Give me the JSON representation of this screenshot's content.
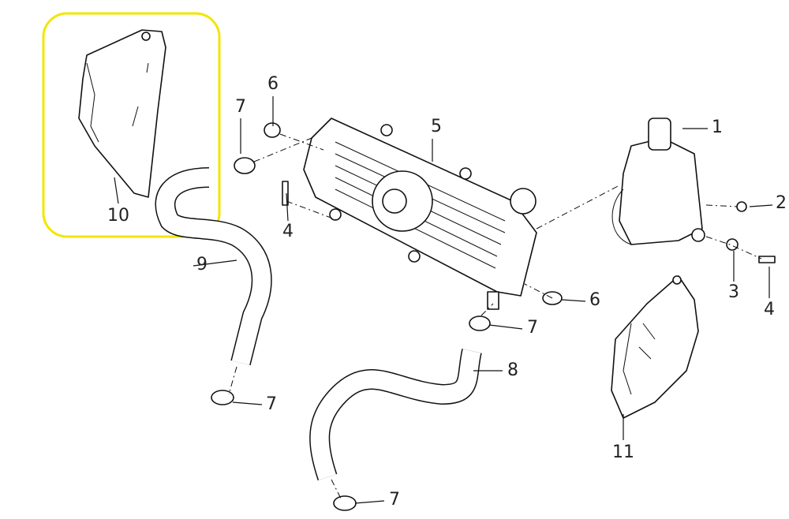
{
  "diagram": {
    "highlight_color": "#f2e600",
    "callouts": [
      {
        "id": "10",
        "part": "side-cover-left"
      },
      {
        "id": "6",
        "part": "grommet-top"
      },
      {
        "id": "7",
        "part": "hose-clamp-top-left"
      },
      {
        "id": "5",
        "part": "radiator"
      },
      {
        "id": "1",
        "part": "reservoir-cap"
      },
      {
        "id": "2",
        "part": "bolt-reservoir"
      },
      {
        "id": "4",
        "part": "bolt-radiator"
      },
      {
        "id": "9",
        "part": "hose-upper"
      },
      {
        "id": "6",
        "part": "grommet-bottom"
      },
      {
        "id": "7",
        "part": "hose-clamp-radiator-outlet"
      },
      {
        "id": "3",
        "part": "washer"
      },
      {
        "id": "4",
        "part": "bolt-right"
      },
      {
        "id": "8",
        "part": "hose-lower"
      },
      {
        "id": "7",
        "part": "hose-clamp-bottom-left"
      },
      {
        "id": "11",
        "part": "side-cover-right"
      },
      {
        "id": "7",
        "part": "hose-clamp-bottom"
      }
    ]
  }
}
